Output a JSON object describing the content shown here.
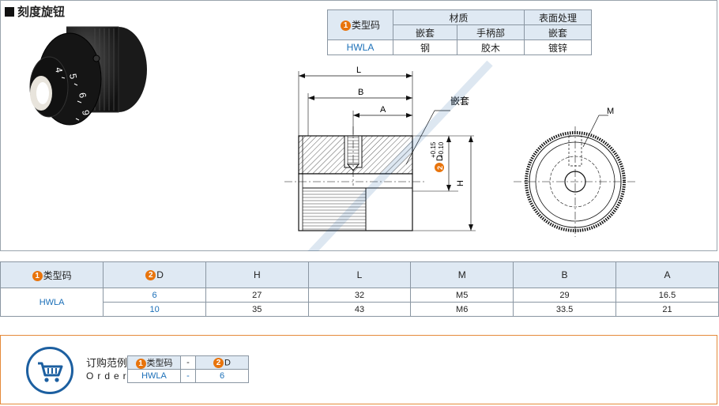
{
  "title": "刻度旋钮",
  "material_table": {
    "type_code_num": "1",
    "type_code_label": "类型码",
    "material_header": "材质",
    "surface_header": "表面处理",
    "insert_label": "嵌套",
    "handle_label": "手柄部",
    "surface_sub_label": "嵌套",
    "row": {
      "code": "HWLA",
      "insert": "钢",
      "handle": "胶木",
      "surface": "镀锌"
    }
  },
  "drawing": {
    "dim_L": "L",
    "dim_B": "B",
    "dim_A": "A",
    "dim_H": "H",
    "dim_M": "M",
    "insert_callout": "嵌套",
    "d_num": "2",
    "d_label": "D",
    "tol_upper": "+0.15",
    "tol_lower": "+0.10",
    "scale_numbers": [
      "4",
      "5",
      "6",
      "9"
    ]
  },
  "spec_table": {
    "headers": [
      {
        "num": "1",
        "label": "类型码"
      },
      {
        "num": "2",
        "label": "D"
      },
      {
        "num": "",
        "label": "H"
      },
      {
        "num": "",
        "label": "L"
      },
      {
        "num": "",
        "label": "M"
      },
      {
        "num": "",
        "label": "B"
      },
      {
        "num": "",
        "label": "A"
      }
    ],
    "code": "HWLA",
    "rows": [
      [
        "6",
        "27",
        "32",
        "M5",
        "29",
        "16.5"
      ],
      [
        "10",
        "35",
        "43",
        "M6",
        "33.5",
        "21"
      ]
    ]
  },
  "order": {
    "cn": "订购范例",
    "en": "Order",
    "type_num": "1",
    "type_label": "类型码",
    "dash": "-",
    "d_num": "2",
    "d_label": "D",
    "code": "HWLA",
    "value": "6"
  },
  "colors": {
    "accent": "#e8740c",
    "header_bg": "#dfe9f3",
    "code_blue": "#1b6fb8",
    "cart_blue": "#1c5fa0"
  },
  "icons": [
    "shopping-cart-icon"
  ]
}
